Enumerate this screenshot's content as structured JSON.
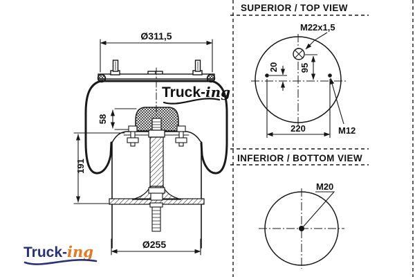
{
  "colors": {
    "line": "#161616",
    "logo_blue": "#27317d",
    "logo_orange": "#e8791c"
  },
  "side_view": {
    "dim_top_plate_diameter": "Ø311,5",
    "dim_bumper_height": "58",
    "dim_piston_height": "191",
    "dim_piston_diameter": "Ø255",
    "watermark": {
      "part1": "Truck-",
      "part2": "ing"
    }
  },
  "top_view": {
    "title": "SUPERIOR / TOP VIEW",
    "air_fitting_label": "M22x1,5",
    "stud_label": "M12",
    "dim_stud_offset": "20",
    "dim_fitting_offset": "95",
    "dim_stud_spacing": "220"
  },
  "bottom_view": {
    "title": "INFERIOR / BOTTOM VIEW",
    "stud_label": "M20"
  },
  "logo": {
    "part1": "Truck-",
    "part2": "ing"
  }
}
